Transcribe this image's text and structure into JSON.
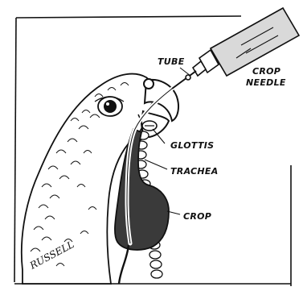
{
  "labels": {
    "tube": "TUBE",
    "crop_needle_line1": "CROP",
    "crop_needle_line2": "NEEDLE",
    "glottis": "GLOTTIS",
    "trachea": "TRACHEA",
    "crop": "CROP",
    "signature": "RUSSELL"
  },
  "colors": {
    "ink": "#111111",
    "crop_fill": "#3a3a3a",
    "syringe_fill": "#d9d9d9",
    "background": "#ffffff"
  }
}
